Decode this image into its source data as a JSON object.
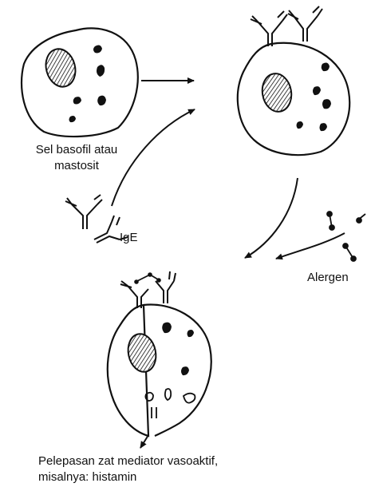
{
  "labels": {
    "cell_line1": "Sel basofil atau",
    "cell_line2": "mastosit",
    "ige": "IgE",
    "allergen": "Alergen",
    "release_line1": "Pelepasan zat mediator vasoaktif,",
    "release_line2": "misalnya: histamin"
  },
  "colors": {
    "ink": "#111111",
    "background": "#ffffff"
  }
}
